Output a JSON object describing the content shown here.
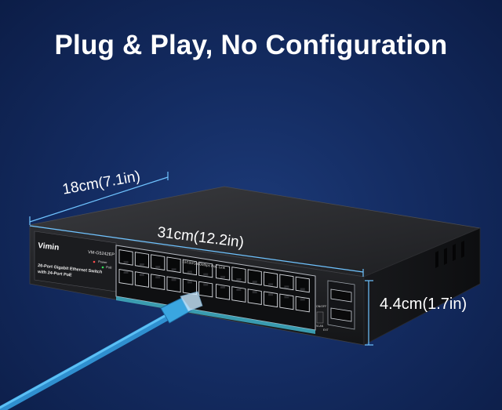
{
  "headline": "Plug & Play, No Configuration",
  "dimensions": {
    "depth": "18cm(7.1in)",
    "width": "31cm(12.2in)",
    "height": "4.4cm(1.7in)"
  },
  "device": {
    "brand": "Vimin",
    "model": "VM-G5242EP",
    "description_line1": "26-Port Gigabit Ethernet Switch",
    "description_line2": "with 24-Port PoE",
    "led_legend": "10/100/1000Mbps PoE Link",
    "power_label": "Power",
    "poe_label": "PoE",
    "vlan_label": "VLAN",
    "ext_label": "EXT",
    "on_label": "ON/OFF"
  },
  "colors": {
    "background": "#142c62",
    "switch_body": "#202124",
    "cable": "#3aa6e0",
    "dimension_line": "#6fc3ff"
  }
}
